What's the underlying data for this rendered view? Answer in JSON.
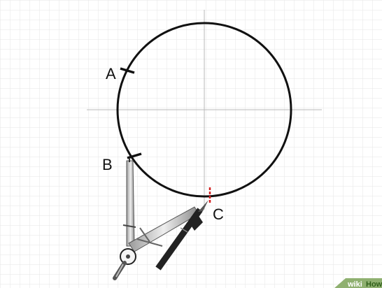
{
  "labels": {
    "a": "A",
    "b": "B",
    "c": "C"
  },
  "watermark": {
    "part1": "wiki",
    "part2": "How"
  },
  "colors": {
    "grid": "#e6e6e6",
    "axis": "#b8b8b8",
    "circle": "#111111",
    "mark_c": "#d21f1f",
    "compass_metal": "#c9c9c9",
    "compass_dark": "#222222",
    "watermark_bg": "#8fb070"
  }
}
